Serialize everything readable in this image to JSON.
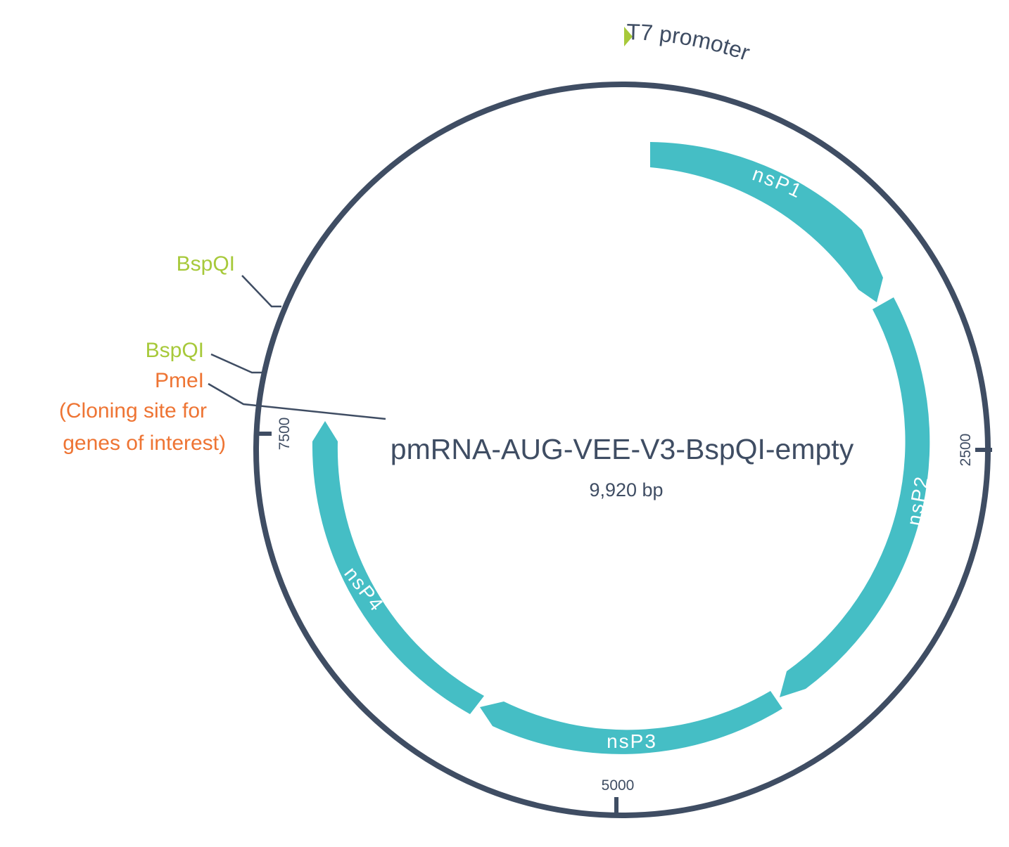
{
  "plasmid": {
    "name": "pmRNA-AUG-VEE-V3-BspQI-empty",
    "length_label": "9,920 bp"
  },
  "ticks": [
    {
      "label": "2500"
    },
    {
      "label": "5000"
    },
    {
      "label": "7500"
    }
  ],
  "features": [
    {
      "label": "T7 promoter",
      "color": "#a7c93a"
    },
    {
      "label": "nsP1",
      "color": "#45bec5"
    },
    {
      "label": "nsP2",
      "color": "#45bec5"
    },
    {
      "label": "nsP3",
      "color": "#45bec5"
    },
    {
      "label": "nsP4",
      "color": "#45bec5"
    }
  ],
  "sites": [
    {
      "label": "BspQI",
      "color": "#a7c93a"
    },
    {
      "label": "BspQI",
      "color": "#a7c93a"
    },
    {
      "label": "PmeI",
      "color": "#ee7433"
    }
  ],
  "site_note": {
    "line1": "(Cloning site for",
    "line2": "genes of interest)",
    "color": "#ee7433"
  },
  "colors": {
    "backbone": "#3f4d63",
    "text": "#3f4d63",
    "feature_label": "#ffffff"
  }
}
